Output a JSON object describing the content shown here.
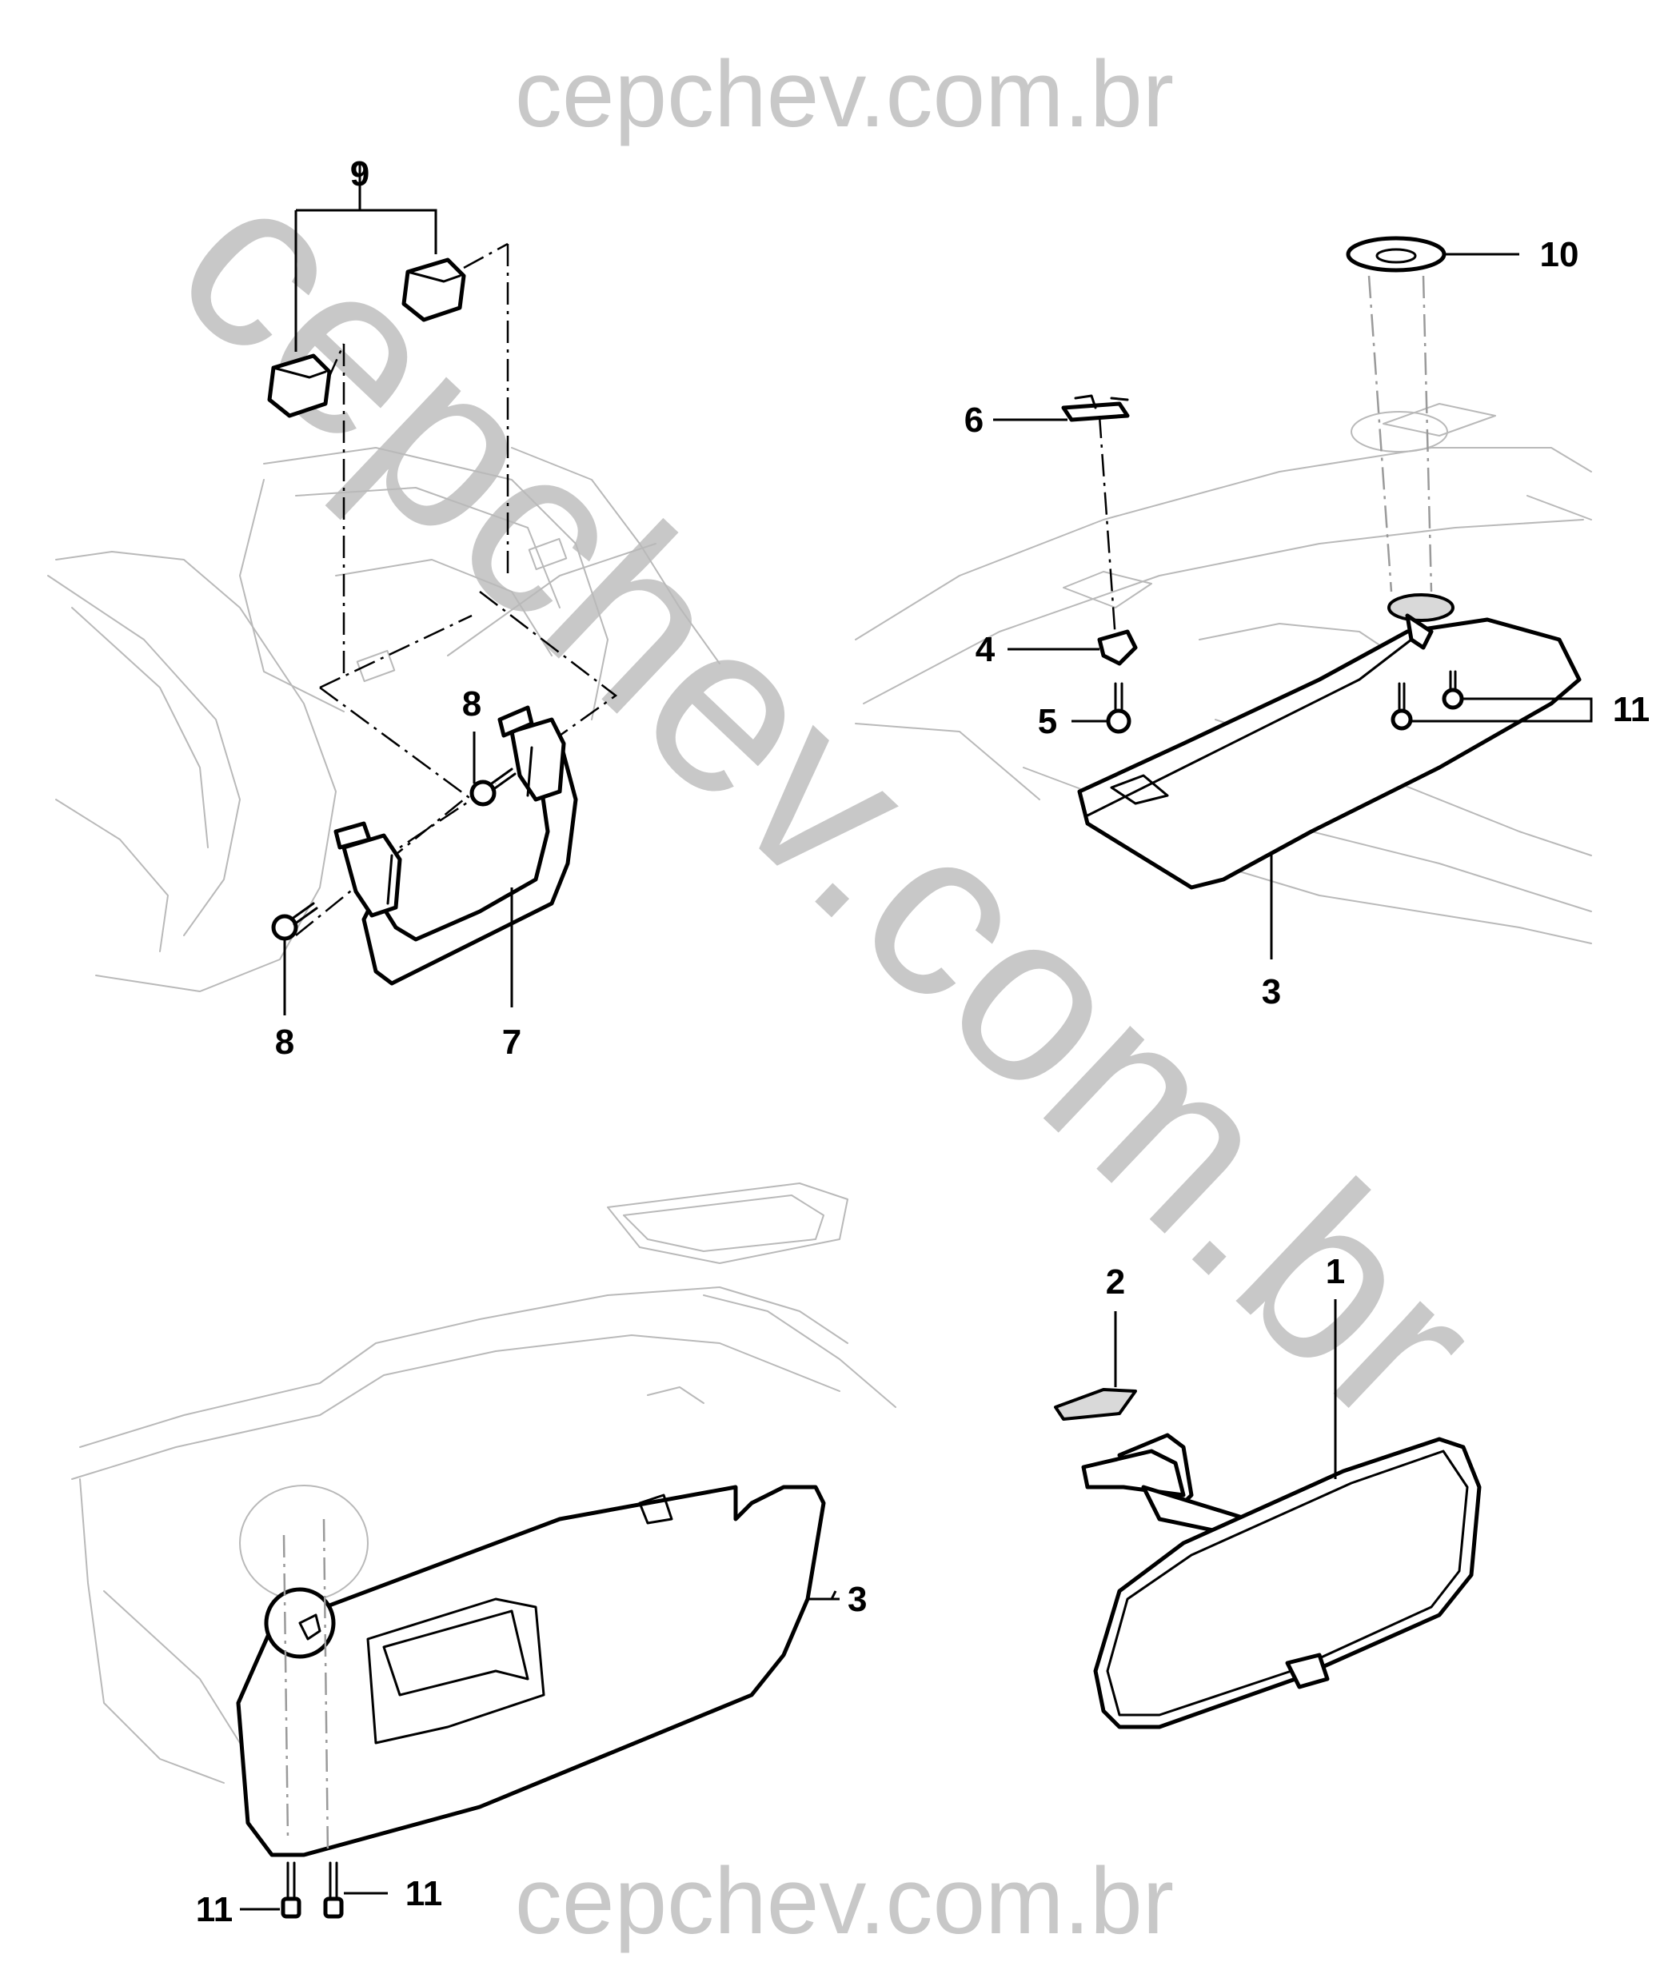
{
  "watermark": {
    "top": "cepchev.com.br",
    "diagonal": "cepchev.com.br",
    "bottom": "cepchev.com.br"
  },
  "callouts": {
    "c1": "1",
    "c2": "2",
    "c3_top": "3",
    "c3_bottom": "3",
    "c4": "4",
    "c5": "5",
    "c6": "6",
    "c7": "7",
    "c8_top": "8",
    "c8_bottom": "8",
    "c9": "9",
    "c10": "10",
    "c11_top": "11",
    "c11_bottom_left": "11",
    "c11_bottom_right": "11"
  }
}
